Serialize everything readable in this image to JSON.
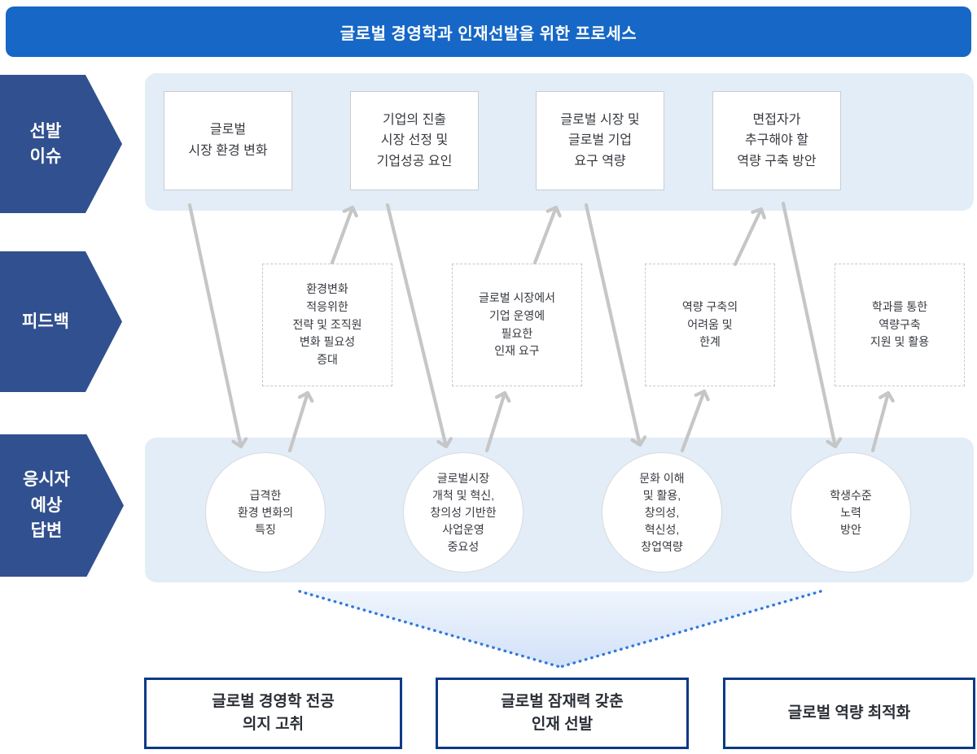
{
  "title": "글로벌 경영학과 인재선발을 위한 프로세스",
  "lanes": {
    "selection_issue": {
      "label": "선발\n이슈",
      "boxes": [
        "글로벌\n시장 환경 변화",
        "기업의 진출\n시장 선정 및\n기업성공 요인",
        "글로벌 시장 및\n글로벌 기업\n요구 역량",
        "면접자가\n추구해야 할\n역량 구축 방안"
      ]
    },
    "feedback": {
      "label": "피드백",
      "boxes": [
        "환경변화\n적응위한\n전략 및 조직원\n변화 필요성\n증대",
        "글로벌 시장에서\n기업 운영에\n필요한\n인재 요구",
        "역량 구축의\n어려움 및\n한계",
        "학과를 통한\n역량구축\n지원 및 활용"
      ]
    },
    "expected_answer": {
      "label": "응시자\n예상\n답변",
      "circles": [
        "급격한\n환경 변화의\n특징",
        "글로벌시장\n개척 및 혁신,\n창의성 기반한\n사업운영\n중요성",
        "문화 이해\n및 활용,\n창의성,\n혁신성,\n창업역량",
        "학생수준\n노력\n방안"
      ]
    }
  },
  "outcomes": [
    "글로벌 경영학 전공\n의지 고취",
    "글로벌 잠재력 갖춘\n인재 선발",
    "글로벌 역량 최적화"
  ],
  "colors": {
    "banner_bg": "#1667c6",
    "banner_text": "#ffffff",
    "lane_bg": "#31508f",
    "band_bg": "#e3edf7",
    "connector": "#c6c6c6",
    "funnel_dot": "#2f79dd",
    "outcome_border": "#0d3a87",
    "text": "#36393f"
  }
}
